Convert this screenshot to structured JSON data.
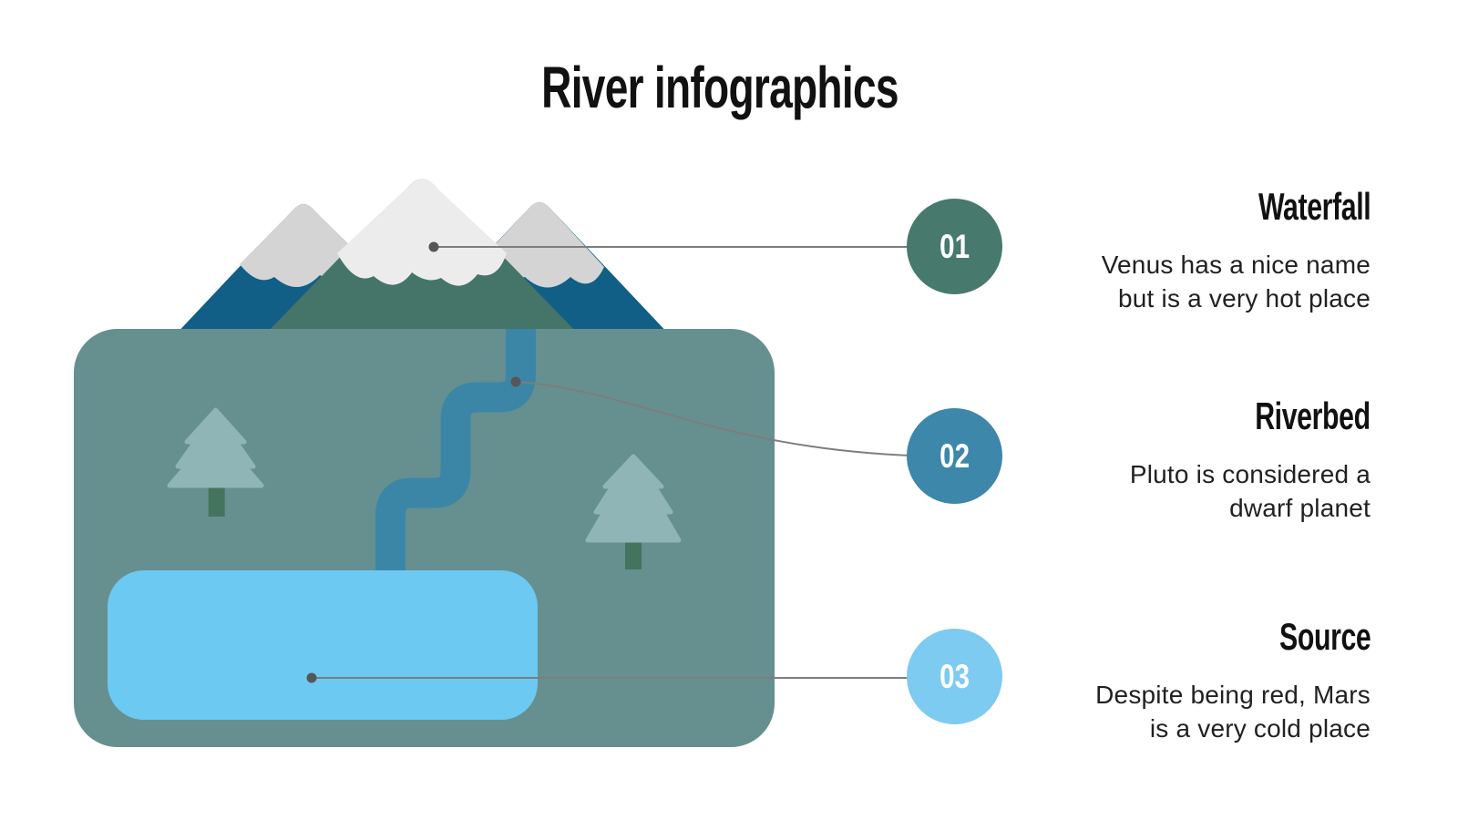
{
  "title": "River infographics",
  "steps": [
    {
      "number": "01",
      "label": "Waterfall",
      "line1": "Venus has a nice name",
      "line2": "but is a very hot place",
      "color": "#47796D"
    },
    {
      "number": "02",
      "label": "Riverbed",
      "line1": "Pluto is considered a",
      "line2": "dwarf planet",
      "color": "#3C87AA"
    },
    {
      "number": "03",
      "label": "Source",
      "line1": "Despite being red, Mars",
      "line2": "is a very cold place",
      "color": "#7DCBF1"
    }
  ],
  "palette": {
    "mountain_side": "#115E86",
    "mountain_center": "#457469",
    "snow_center": "#ECECEC",
    "snow_side": "#D4D4D4",
    "land": "#65908F",
    "river": "#3B86A6",
    "lake": "#6CC9F2",
    "tree": "#8FB5B6",
    "tree_trunk": "#45745E",
    "connector_line": "#7D7D7D",
    "connector_dot": "#56565A",
    "title_color": "#111111",
    "body_color": "#212121"
  }
}
